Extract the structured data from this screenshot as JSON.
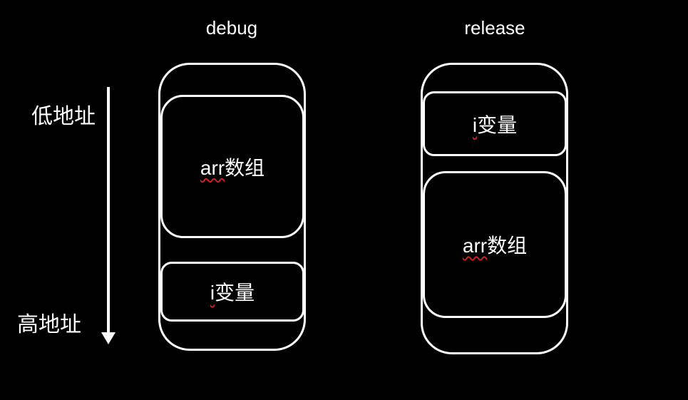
{
  "colors": {
    "background": "#000000",
    "stroke": "#ffffff",
    "text": "#ffffff",
    "spellcheck_underline": "#cc2222"
  },
  "axis": {
    "top_label": "低地址",
    "bottom_label": "高地址"
  },
  "columns": [
    {
      "title": "debug",
      "boxes": [
        {
          "prefix": "arr",
          "suffix": "数组"
        },
        {
          "prefix": "i",
          "suffix": "变量"
        }
      ]
    },
    {
      "title": "release",
      "boxes": [
        {
          "prefix": "i",
          "suffix": "变量"
        },
        {
          "prefix": "arr",
          "suffix": "数组"
        }
      ]
    }
  ]
}
